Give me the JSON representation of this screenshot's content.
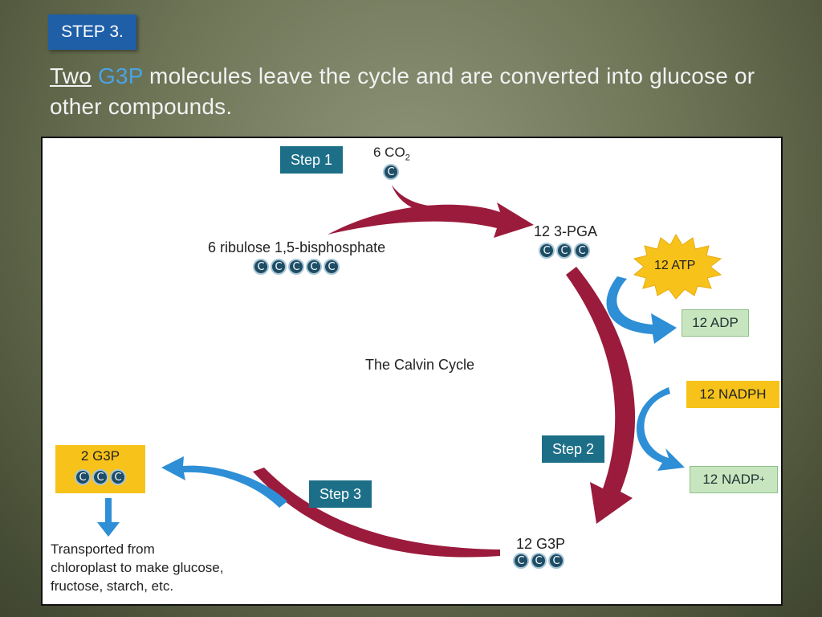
{
  "header": {
    "step_label": "STEP 3.",
    "headline_word1": "Two",
    "headline_word2": "G3P",
    "headline_rest": " molecules leave the cycle and are converted into glucose or other compounds."
  },
  "diagram": {
    "step1": "Step 1",
    "step2": "Step 2",
    "step3": "Step 3",
    "co2_prefix": "6 CO",
    "co2_sub": "2",
    "ribulose": "6 ribulose 1,5-bisphosphate",
    "pga": "12 3-PGA",
    "atp": "12 ATP",
    "adp": "12 ADP",
    "nadph": "12 NADPH",
    "nadp_prefix": "12 NADP",
    "nadp_sup": "+",
    "center_title": "The Calvin Cycle",
    "g3p_12": "12 G3P",
    "g3p_2": "2 G3P",
    "transport_line1": "Transported from",
    "transport_line2": "chloroplast to make glucose,",
    "transport_line3": "fructose, starch, etc.",
    "carbon_letter": "C"
  },
  "colors": {
    "maroon_arrow": "#9b1b3c",
    "blue_arrow": "#2e8fd6",
    "teal": "#1d6f88",
    "yellow": "#f7c31b",
    "green": "#c7e6c0"
  }
}
